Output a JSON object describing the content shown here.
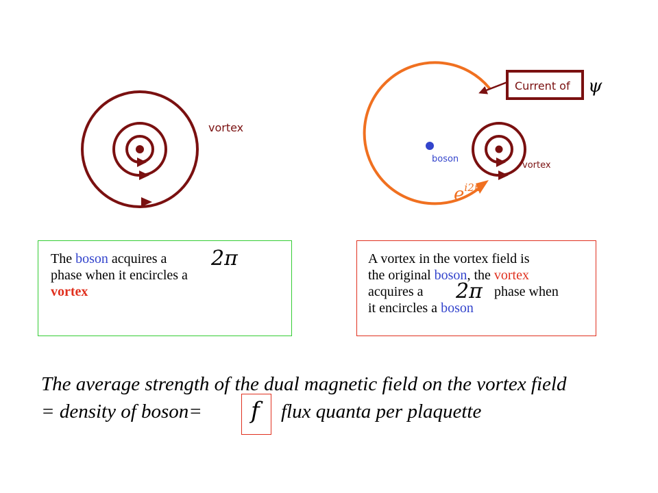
{
  "left_diagram": {
    "vortex_label": "vortex",
    "colors": {
      "vortex": "#7a1010"
    }
  },
  "right_diagram": {
    "boson_label": "boson",
    "vortex_label": "vortex",
    "phase_base": "e",
    "phase_exponent": "i2π",
    "current_label": "Current of",
    "current_symbol": "ψ",
    "colors": {
      "orbit": "#f07020",
      "boson": "#3344cc",
      "vortex": "#7a1010"
    }
  },
  "left_box": {
    "line1_pre": "The ",
    "line1_boson": "boson",
    "line1_post": " acquires a",
    "line2": "phase  when it encircles a",
    "line3": "vortex",
    "math": "2π"
  },
  "right_box": {
    "line1": "A vortex in the vortex field is",
    "line2_pre": "the original ",
    "line2_boson": "boson",
    "line2_mid": ", the ",
    "line2_vortex": "vortex",
    "line3_pre": "acquires a",
    "line3_post": "phase when",
    "line4_pre": "it encircles a ",
    "line4_boson": "boson",
    "math": "2π"
  },
  "bottom": {
    "line1": "The average strength of the dual magnetic field on the vortex field",
    "line2_pre": " =  density of boson=",
    "line2_symbol": "f",
    "line2_post": "flux quanta per plaquette"
  }
}
